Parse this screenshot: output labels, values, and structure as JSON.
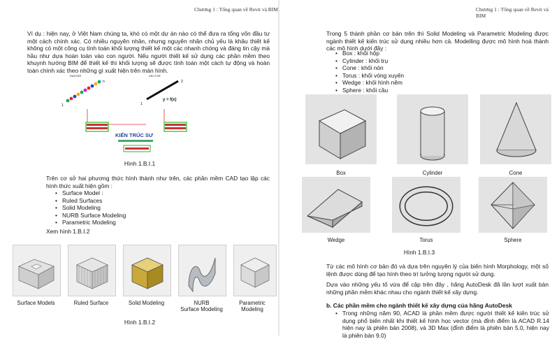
{
  "left_page": {
    "header": "Chương 1 : Tổng quan về Revit và BIM",
    "intro_paragraph": "Ví dụ : hiện nay, ở Việt Nam chúng ta, khó có một dự án nào có thể đưa ra tổng vốn đầu tư một cách chính xác. Có nhiều nguyên nhân, nhưng nguyên nhân chủ yếu là khâu thiết kế không có một công cụ tính toán khối lượng thiết kế một các nhanh chóng và đáng tin cậy mà hầu như dựa hoàn toàn vào con người. Nếu người thiết kế sử dụng các phần mềm theo khuynh hướng BIM để thiết kế thì khối lượng sẽ được tính toán một cách tự động và hoàn toàn chính xác theo những gì xuất hiện trên màn hình.",
    "diagram": {
      "raster_label": "RASTER",
      "vector_label": "VECTOR",
      "architect_label": "KIẾN TRÚC SƯ",
      "formula": "y = f(x)"
    },
    "figure1_caption": "Hình 1.B.I.1",
    "cad_paragraph": "Trên cơ sở hai phương thức hình thành như trên, các phần mềm CAD tạo lập các hình thức xuất hiện gồm :",
    "cad_items": [
      "Surface Model :",
      "Ruled Surfaces",
      "Solid Modeling",
      "NURB Surface Modeling",
      "Parametric Modeling"
    ],
    "see_figure": "Xem hình 1.B.I.2",
    "figure2_labels": [
      {
        "line1": "Surface Models",
        "line2": ""
      },
      {
        "line1": "Ruled Surface",
        "line2": ""
      },
      {
        "line1": "Solid Modeling",
        "line2": ""
      },
      {
        "line1": "NURB",
        "line2": "Surface Modeling"
      },
      {
        "line1": "Parametric",
        "line2": "Modeling"
      }
    ],
    "figure2_caption": "Hình 1.B.I.2"
  },
  "right_page": {
    "header": "Chương 1 : Tổng quan về Revit và BIM",
    "intro_paragraph": "Trong 5 thành phần cơ bản trên thì Solid Modeling và Parametric Modeling được ngành thiết kế kiến trúc sử dụng nhiều hơn cả. Modelling được mô hình hoá thành các mô hình dưới đây :",
    "shape_items": [
      "Box : khối hộp",
      "Cylinder : khối trụ",
      "Cone : khối nón",
      "Torus : khối vòng xuyến",
      "Wedge : khối hình nêm",
      "Sphere : khối cầu"
    ],
    "shape_labels": [
      "Box",
      "Cylinder",
      "Cone",
      "Wedge",
      "Torus",
      "Sphere"
    ],
    "figure3_caption": "Hình 1.B.I.3",
    "morph_paragraph": "Từ các mô hình cơ bản đó và dựa trên nguyên lý của biến hình Morphology, một số lệnh được dùng để tạo hình theo trí tưởng tượng người sử dụng.",
    "autodesk_paragraph": "Dựa vào những yếu tố vừa để cập trên đây , hãng AutoDesk đã lần lượt xuất bản những phần mềm khác nhau cho ngành thiết kế xây dựng.",
    "section_heading": "b.  Các phần mềm cho ngành thiết kế xây dựng của hãng AutoDesk",
    "section_bullet": "Trong những năm 90, ACAD là phần mềm được người thiết kế kiến trúc sử dụng phổ biến nhất khi thiết kế hình học vector (mà đỉnh điểm là ACAD R.14 hiện nay là phiên bản 2008), và 3D Max (đỉnh điểm là phiên bản 5.0, hiện nay là phiên bản 9.0)"
  }
}
